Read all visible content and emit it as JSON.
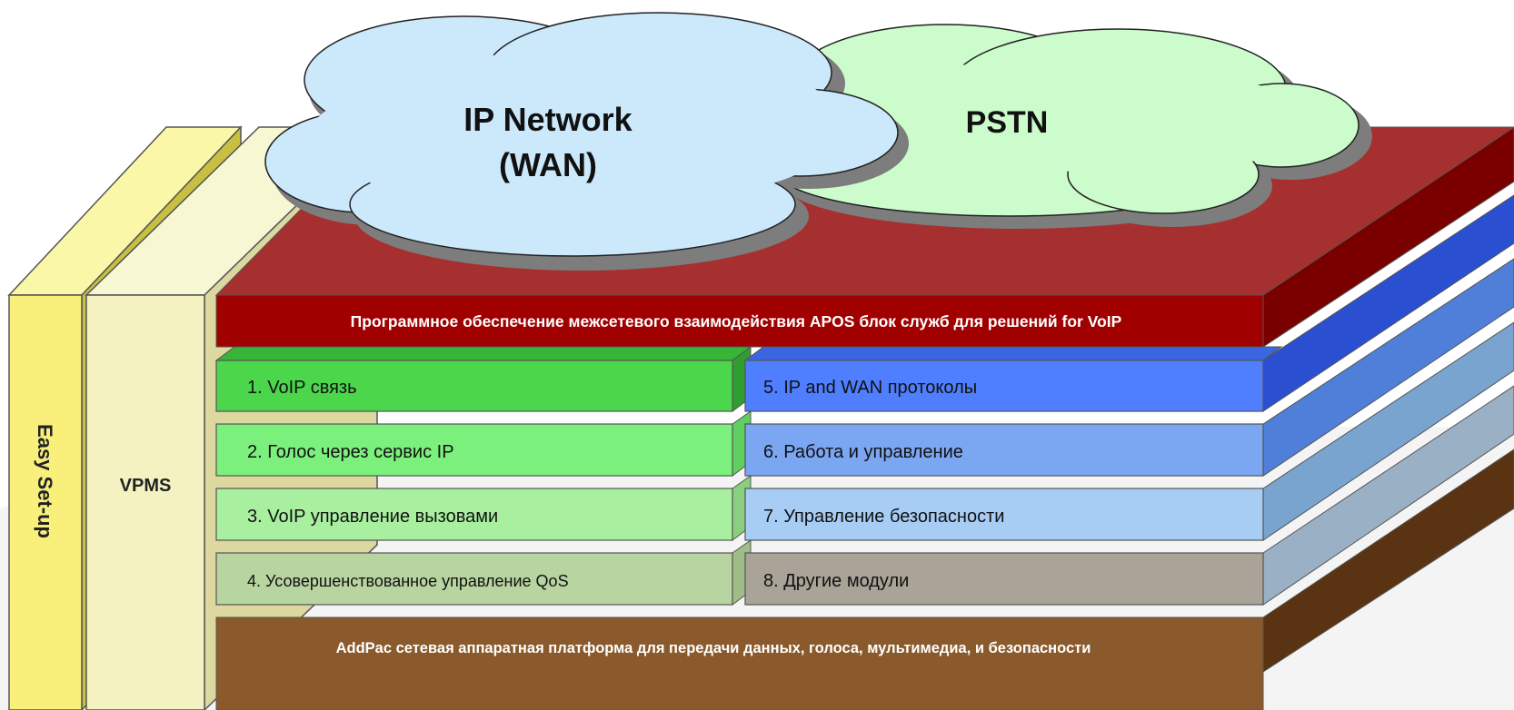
{
  "clouds": {
    "ip_network": {
      "line1": "IP Network",
      "line2": "(WAN)"
    },
    "pstn": {
      "label": "PSTN"
    }
  },
  "side_panels": {
    "easy_setup": "Easy Set-up",
    "vpms": "VPMS"
  },
  "layers": {
    "top_bar": "Программное обеспечение межсетевого взаимодействия APOS блок служб для решений  for VoIP",
    "bottom_bar": "AddPac сетевая аппаратная платформа для передачи данных, голоса, мультимедиа, и безопасности"
  },
  "modules": {
    "m1": "1. VoIP связь",
    "m2": "2. Голос через сервис IP",
    "m3": "3. VoIP управление вызовами",
    "m4": "4. Усовершенствованное управление QoS",
    "m5": "5. IP and WAN протоколы",
    "m6": "6. Работа и управление",
    "m7": "7. Управление безопасности",
    "m8": "8. Другие модули"
  },
  "colors": {
    "top_bar": "#a00000",
    "bottom_bar": "#8a5a2c",
    "green_1": "#4cd64c",
    "green_2": "#7cf07c",
    "green_3": "#a8f0a0",
    "green_4": "#b8d4a0",
    "blue_5": "#4f7fff",
    "blue_6": "#7aa6f2",
    "blue_7": "#a8cdf5",
    "gray_8": "#a9a398",
    "cloud_ip": "#cce8fb",
    "cloud_pstn": "#ccfccc",
    "easy_setup_panel": "#f8f07a",
    "vpms_panel": "#f3f2c0"
  }
}
